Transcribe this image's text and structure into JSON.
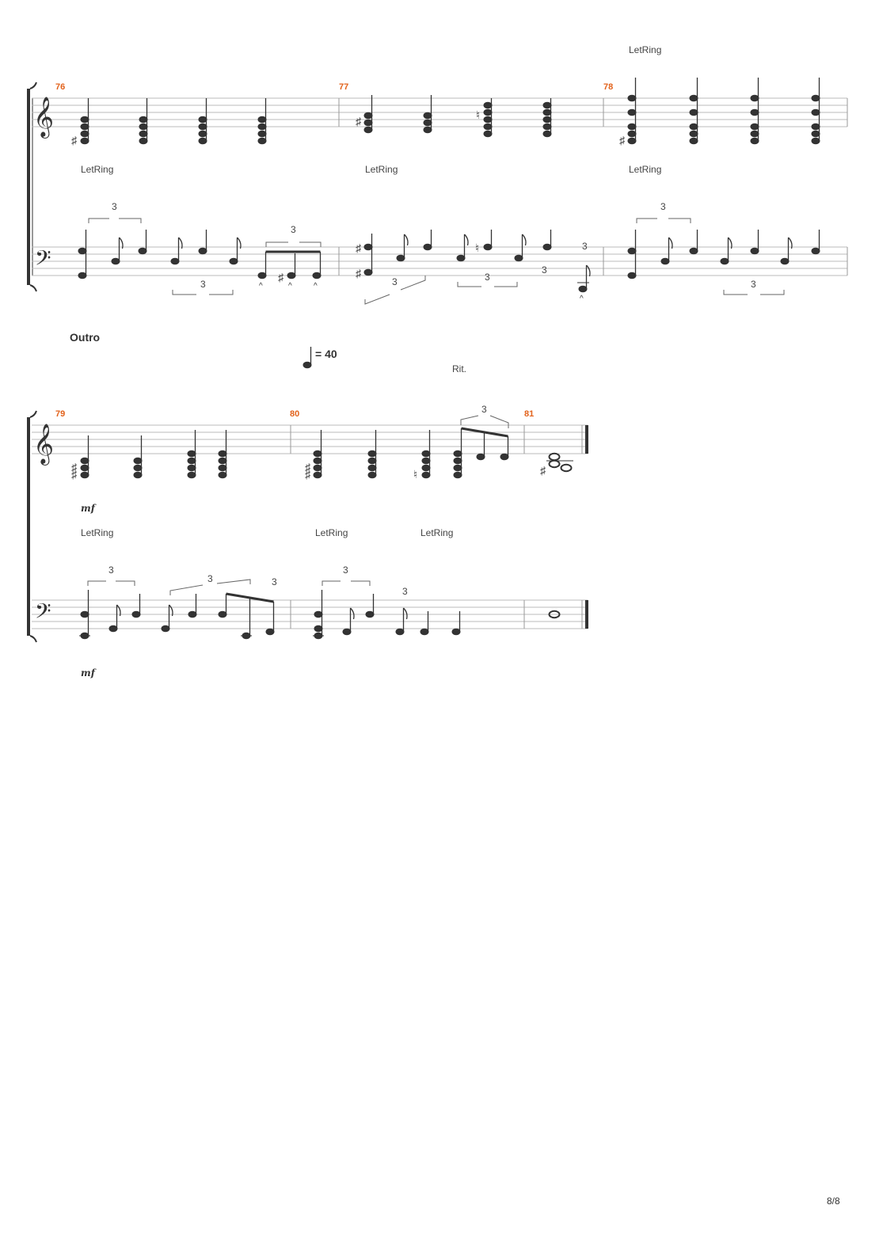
{
  "text_label": "LetRing",
  "section_label": "Outro",
  "tempo": {
    "value": "= 40"
  },
  "tempo_change": "Rit.",
  "dynamic": "mf",
  "tuplet": "3",
  "page_number": "8/8",
  "measures": [
    "76",
    "77",
    "78",
    "79",
    "80",
    "81"
  ]
}
